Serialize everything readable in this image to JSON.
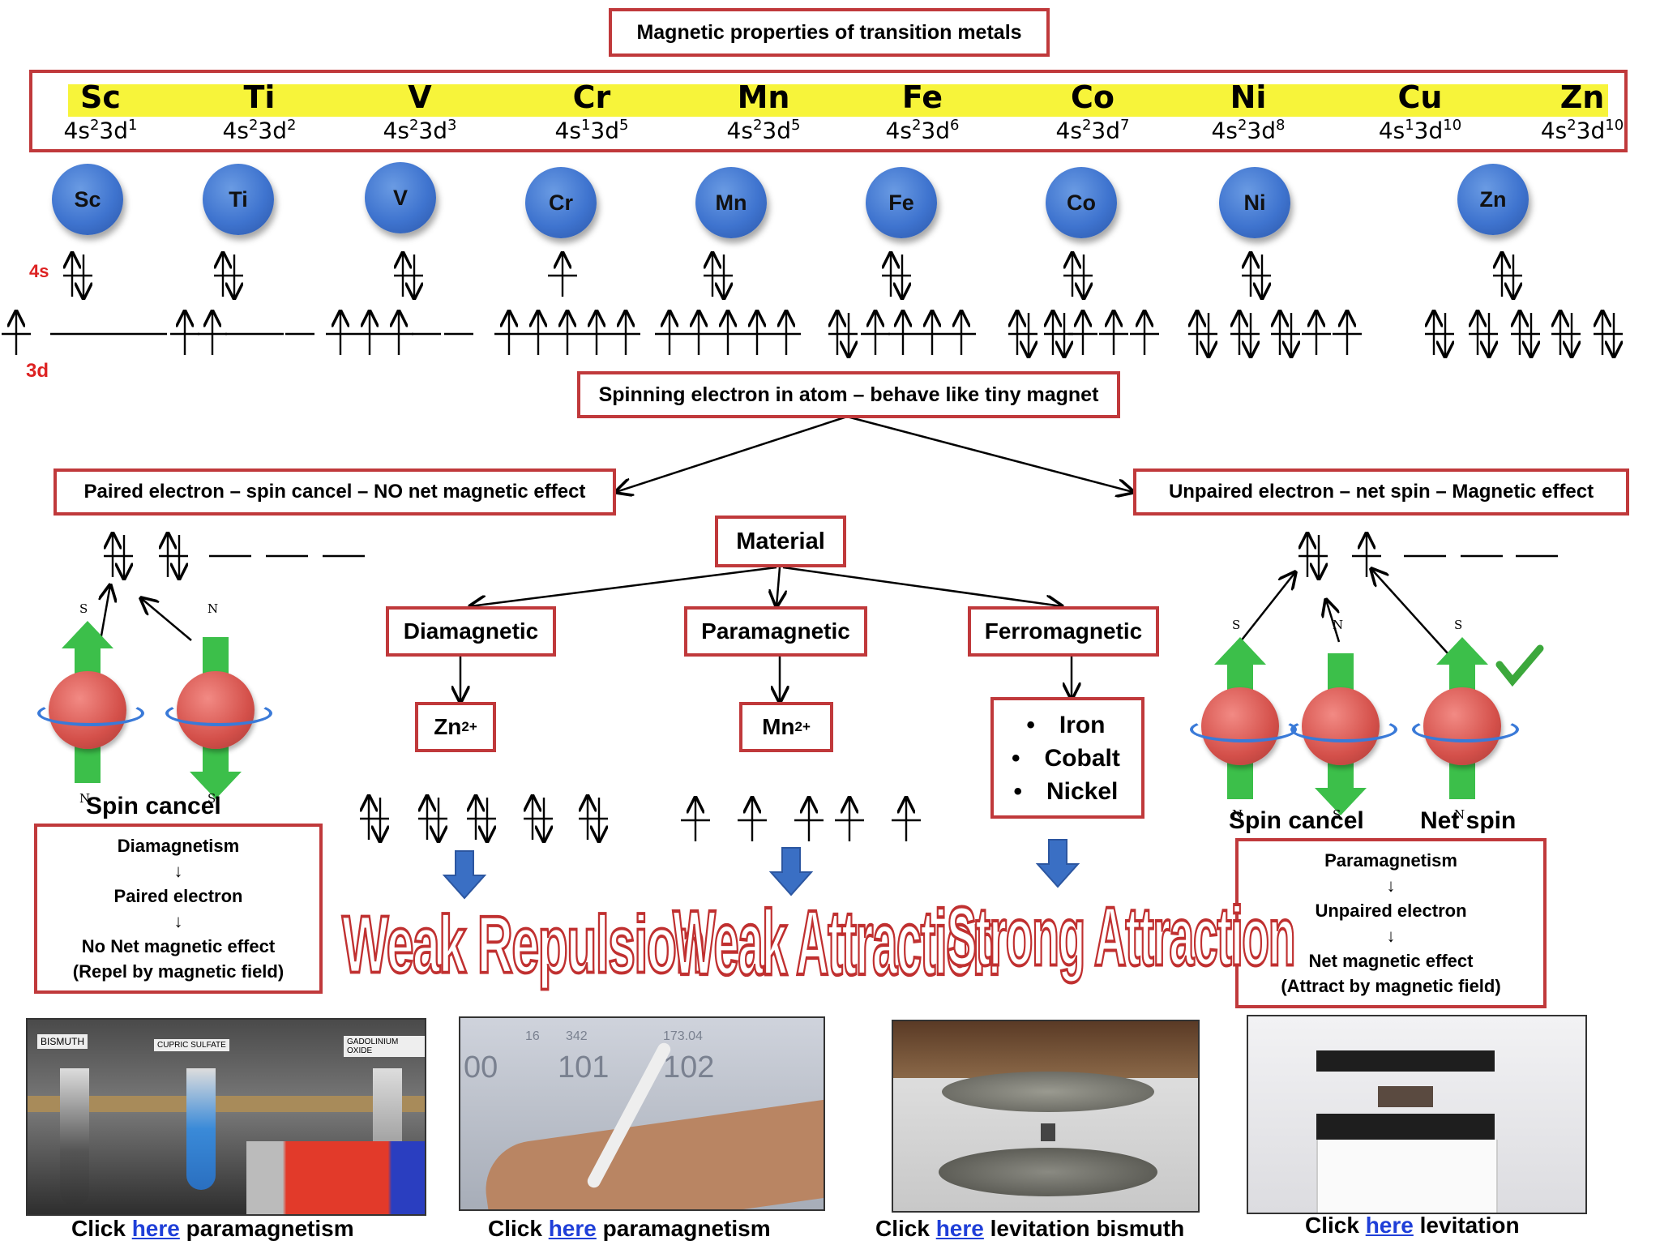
{
  "title": "Magnetic properties of  transition metals",
  "elements": [
    {
      "symbol": "Sc",
      "config": [
        "4s",
        "2",
        "3d",
        "1"
      ]
    },
    {
      "symbol": "Ti",
      "config": [
        "4s",
        "2",
        "3d",
        "2"
      ]
    },
    {
      "symbol": "V",
      "config": [
        "4s",
        "2",
        "3d",
        "3"
      ]
    },
    {
      "symbol": "Cr",
      "config": [
        "4s",
        "1",
        "3d",
        "5"
      ]
    },
    {
      "symbol": "Mn",
      "config": [
        "4s",
        "2",
        "3d",
        "5"
      ]
    },
    {
      "symbol": "Fe",
      "config": [
        "4s",
        "2",
        "3d",
        "6"
      ]
    },
    {
      "symbol": "Co",
      "config": [
        "4s",
        "2",
        "3d",
        "7"
      ]
    },
    {
      "symbol": "Ni",
      "config": [
        "4s",
        "2",
        "3d",
        "8"
      ]
    },
    {
      "symbol": "Cu",
      "config": [
        "4s",
        "1",
        "3d",
        "10"
      ]
    },
    {
      "symbol": "Zn",
      "config": [
        "4s",
        "2",
        "3d",
        "10"
      ]
    }
  ],
  "atoms": [
    "Sc",
    "Ti",
    "V",
    "Cr",
    "Mn",
    "Fe",
    "Co",
    "Ni",
    "Zn"
  ],
  "labels": {
    "s4": "4s",
    "d3": "3d"
  },
  "spinning_box": "Spinning electron in atom – behave like tiny magnet",
  "paired_box": "Paired electron – spin cancel – NO net magnetic effect",
  "unpaired_box": "Unpaired electron – net spin  – Magnetic effect",
  "material": "Material",
  "categories": {
    "dia": "Diamagnetic",
    "para": "Paramagnetic",
    "ferro": "Ferromagnetic"
  },
  "ions": {
    "zn": "Zn",
    "zn_charge": "2+",
    "mn": "Mn",
    "mn_charge": "2+"
  },
  "ferro_list": [
    "Iron",
    "Cobalt",
    "Nickel"
  ],
  "spin_labels": {
    "left": "Spin cancel",
    "right_a": "Spin cancel",
    "right_b": "Net spin"
  },
  "magnet_poles": {
    "s": "S",
    "n": "N"
  },
  "effects": {
    "repulsion": "Weak Repulsion",
    "weak_attr": "Weak Attraction",
    "strong_attr": "Strong Attraction"
  },
  "dia_summary": [
    "Diamagnetism",
    "↓",
    "Paired electron",
    "↓",
    "No Net magnetic effect",
    "(Repel by magnetic field)"
  ],
  "para_summary": [
    "Paramagnetism",
    "↓",
    "Unpaired electron",
    "↓",
    "Net magnetic effect",
    "(Attract by magnetic field)"
  ],
  "photo_text": {
    "bismuth": "BISMUTH",
    "cupric": "CUPRIC SULFATE",
    "gadolinium": "GADOLINIUM OXIDE",
    "n00": "00",
    "n16": "16",
    "n342": "342",
    "n101": "101",
    "n7304": "173.04",
    "n102": "102"
  },
  "captions": [
    {
      "pre": "Click ",
      "link": "here",
      "post": " paramagnetism"
    },
    {
      "pre": "Click ",
      "link": "here",
      "post": " paramagnetism"
    },
    {
      "pre": "Click ",
      "link": "here",
      "post": " levitation bismuth"
    },
    {
      "pre": "Click ",
      "link": "here",
      "post": " levitation"
    }
  ],
  "colors": {
    "box_border": "#c0393b",
    "highlight": "#f7f43a",
    "atom": "#3f74cf",
    "arrow_blue": "#3a6fc4",
    "link": "#1f3fd8"
  }
}
